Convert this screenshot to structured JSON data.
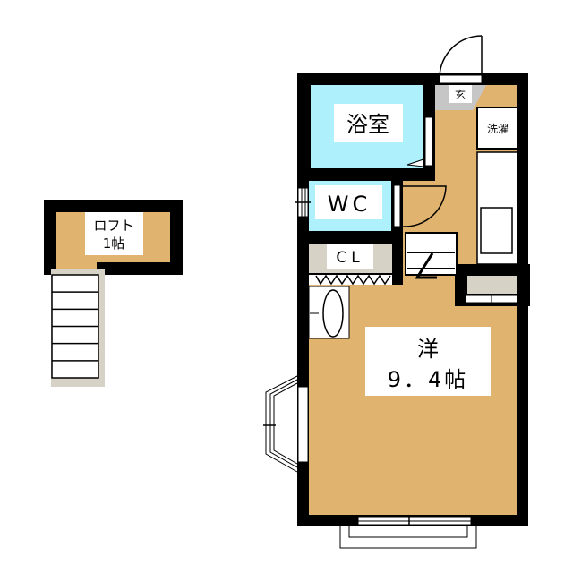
{
  "colors": {
    "wall": "#000000",
    "floor": "#e0b46e",
    "wet_area": "#aef0fc",
    "storage": "#d6d2c6",
    "entrance": "#c6c6c6"
  },
  "loft": {
    "label": "ロフト",
    "size": "1帖",
    "stair_steps": 6
  },
  "rooms": {
    "bath": "浴室",
    "wc": "WC",
    "closet": "CL",
    "entrance": "玄",
    "laundry": "洗濯",
    "western_room": "洋",
    "western_room_size": "9．4帖"
  }
}
